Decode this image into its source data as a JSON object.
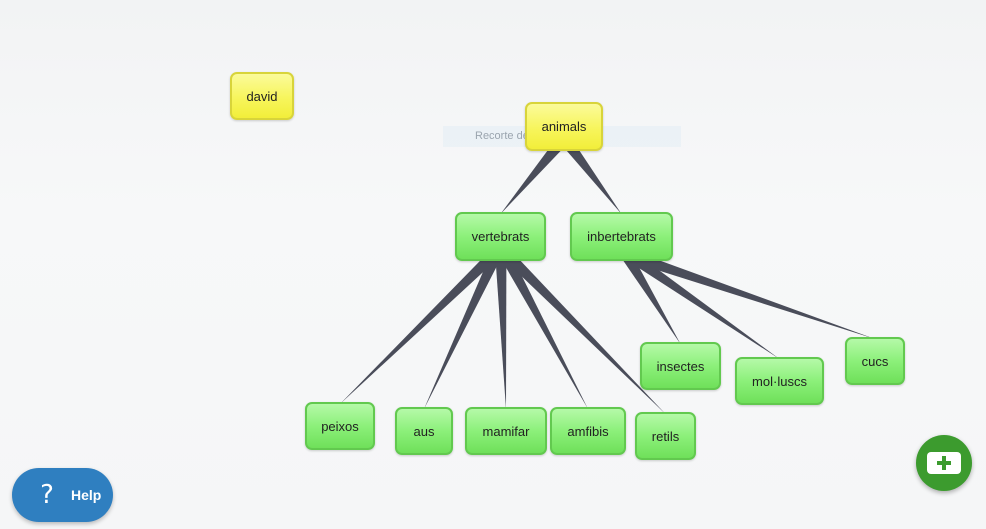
{
  "map": {
    "faint_label": "Recorte de pantalla",
    "nodes": {
      "david": "david",
      "animals": "animals",
      "vertebrats": "vertebrats",
      "inbertebrats": "inbertebrats",
      "insectes": "insectes",
      "molluscs": "mol·luscs",
      "cucs": "cucs",
      "peixos": "peixos",
      "aus": "aus",
      "mamifar": "mamifar",
      "amfibis": "amfibis",
      "retils": "retils"
    },
    "links": [
      [
        "animals",
        "vertebrats"
      ],
      [
        "animals",
        "inbertebrats"
      ],
      [
        "vertebrats",
        "peixos"
      ],
      [
        "vertebrats",
        "aus"
      ],
      [
        "vertebrats",
        "mamifar"
      ],
      [
        "vertebrats",
        "amfibis"
      ],
      [
        "vertebrats",
        "retils"
      ],
      [
        "inbertebrats",
        "insectes"
      ],
      [
        "inbertebrats",
        "molluscs"
      ],
      [
        "inbertebrats",
        "cucs"
      ]
    ],
    "colors": {
      "root_node": "#f7f55c",
      "child_node": "#8cf07a",
      "link": "#4a4d5a"
    }
  },
  "help": {
    "label": "Help",
    "icon": "question-mark-icon"
  },
  "add_button": {
    "icon": "add-card-icon"
  }
}
